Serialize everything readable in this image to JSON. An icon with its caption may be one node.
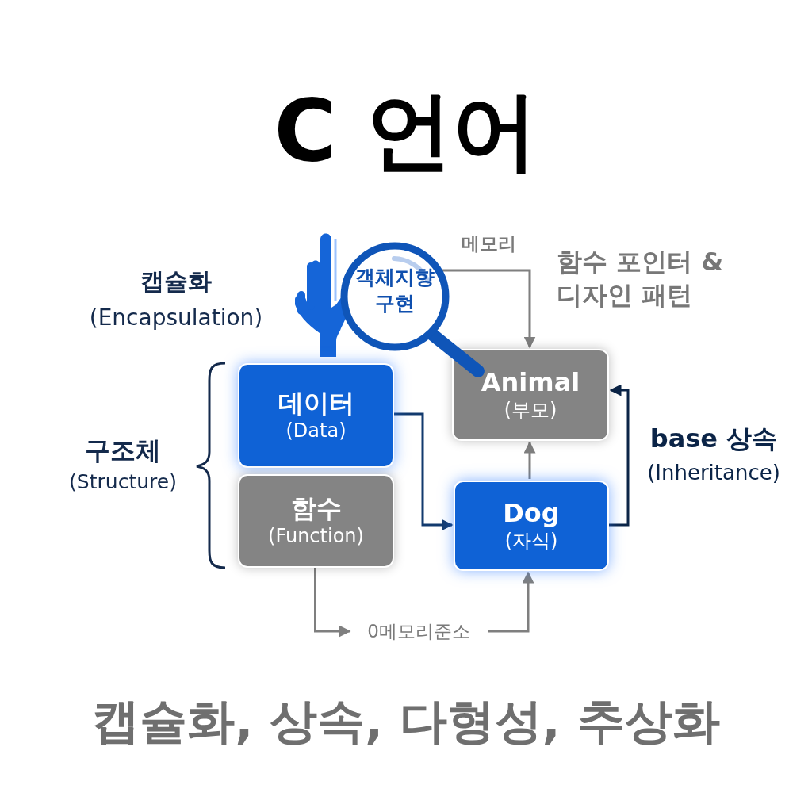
{
  "diagram": {
    "title": "C 언어",
    "caption": "캡슐화, 상속, 다형성, 추상화",
    "nodes": [
      {
        "text": [
          "데이터",
          "(Data)"
        ]
      },
      {
        "text": [
          "함수",
          "(Function)"
        ]
      },
      {
        "text": [
          "Animal",
          "(부모)"
        ]
      },
      {
        "text": [
          "Dog",
          "(자식)"
        ]
      },
      {
        "text": [
          "객체지향 구현"
        ]
      },
      {
        "text": [
          "0메모리준소"
        ]
      }
    ],
    "edges": [
      {
        "from": 4,
        "to": 2,
        "arrow": "to",
        "label": "메모리"
      },
      {
        "from": 0,
        "to": 3,
        "arrow": "to",
        "color": "#123a6e"
      },
      {
        "from": 3,
        "to": 2,
        "arrow": "to"
      },
      {
        "from": 3,
        "to": 2,
        "arrow": "to",
        "color": "#0b2447"
      },
      {
        "from": 1,
        "to": 5,
        "arrow": "to"
      },
      {
        "from": 5,
        "to": 3,
        "arrow": "to"
      }
    ],
    "labels": [
      "캡슐화",
      "(Encapsulation)",
      "구조체",
      "(Structure)",
      "함수 포인터 & 디자인 패턴",
      "base 상속",
      "(Inheritance)"
    ]
  }
}
